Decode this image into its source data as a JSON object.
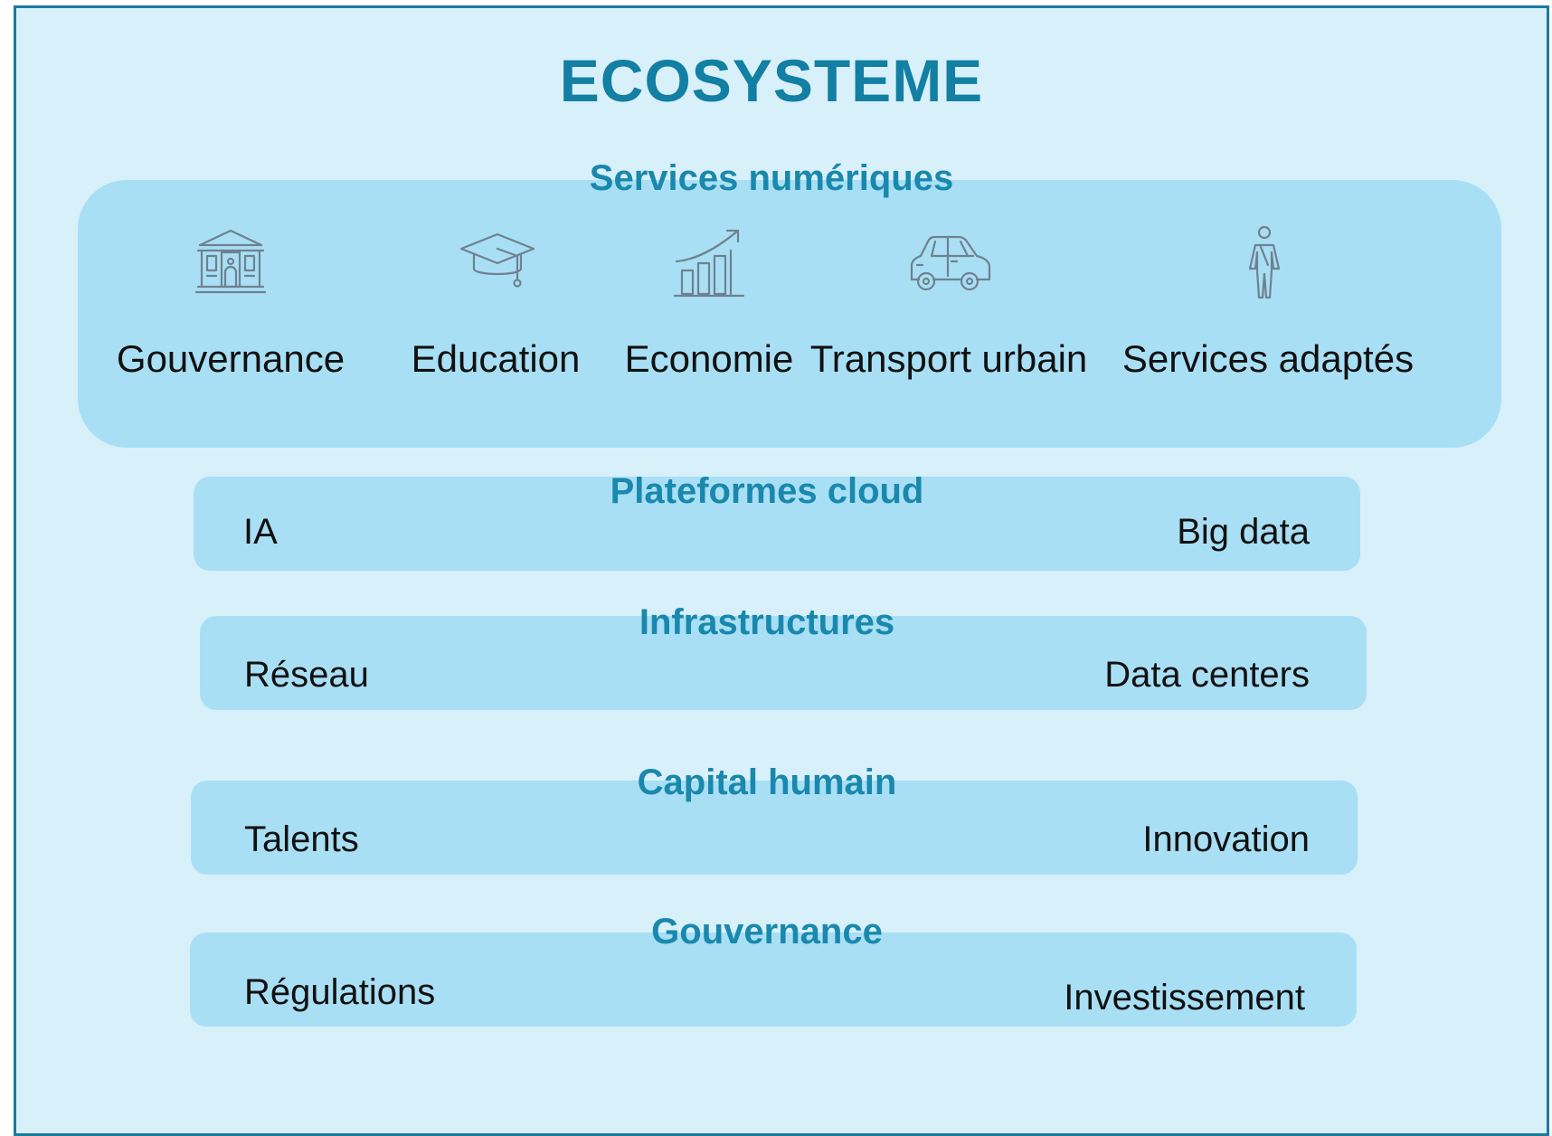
{
  "title": "ECOSYSTEME",
  "services": {
    "title": "Services numériques",
    "items": [
      {
        "label": "Gouvernance",
        "icon": "government-building-icon"
      },
      {
        "label": "Education",
        "icon": "graduation-cap-icon"
      },
      {
        "label": "Economie",
        "icon": "growth-chart-icon"
      },
      {
        "label": "Transport urbain",
        "icon": "car-icon"
      },
      {
        "label": "Services adaptés",
        "icon": "person-icon"
      }
    ]
  },
  "layers": [
    {
      "title": "Plateformes cloud",
      "left": "IA",
      "right": "Big data"
    },
    {
      "title": "Infrastructures",
      "left": "Réseau",
      "right": "Data centers"
    },
    {
      "title": "Capital humain",
      "left": "Talents",
      "right": "Innovation"
    },
    {
      "title": "Gouvernance",
      "left": "Régulations",
      "right": "Investissement"
    }
  ],
  "colors": {
    "background": "#d8f0fa",
    "box": "#a8dff4",
    "title": "#127fa3",
    "border": "#1b7a9e",
    "icon": "#6f8191"
  }
}
